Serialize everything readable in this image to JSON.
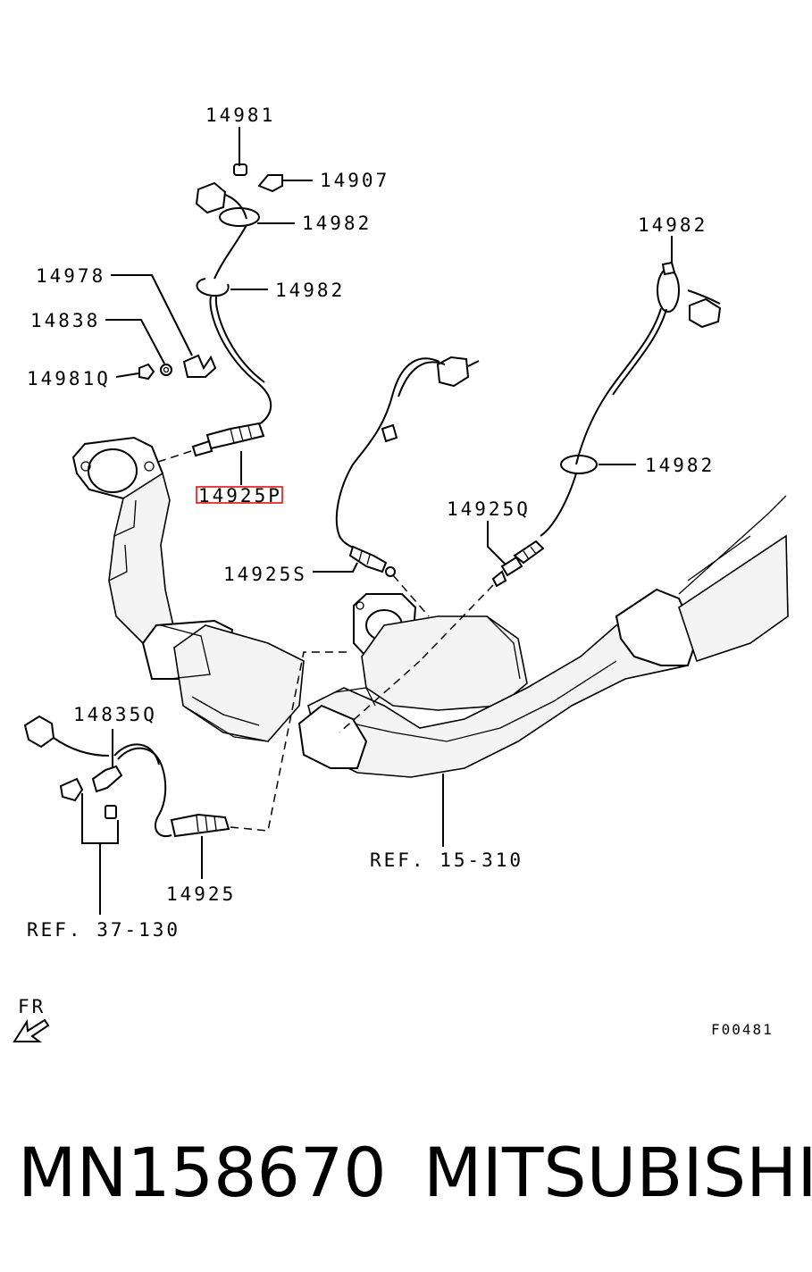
{
  "labels": {
    "p14981": "14981",
    "p14907": "14907",
    "p14982_a": "14982",
    "p14982_b": "14982",
    "p14982_c": "14982",
    "p14982_d": "14982",
    "p14978": "14978",
    "p14838": "14838",
    "p14981q": "14981Q",
    "p14925p": "14925P",
    "p14925q": "14925Q",
    "p14925s": "14925S",
    "p14835q": "14835Q",
    "p14925": "14925",
    "ref15": "REF. 15-310",
    "ref37": "REF. 37-130",
    "fr": "FR",
    "code": "F00481"
  },
  "footer": {
    "part_number": "MN158670",
    "brand": "MITSUBISHI"
  },
  "colors": {
    "line": "#000000",
    "highlight_box": "#e00000"
  },
  "highlighted_label": "14925P"
}
